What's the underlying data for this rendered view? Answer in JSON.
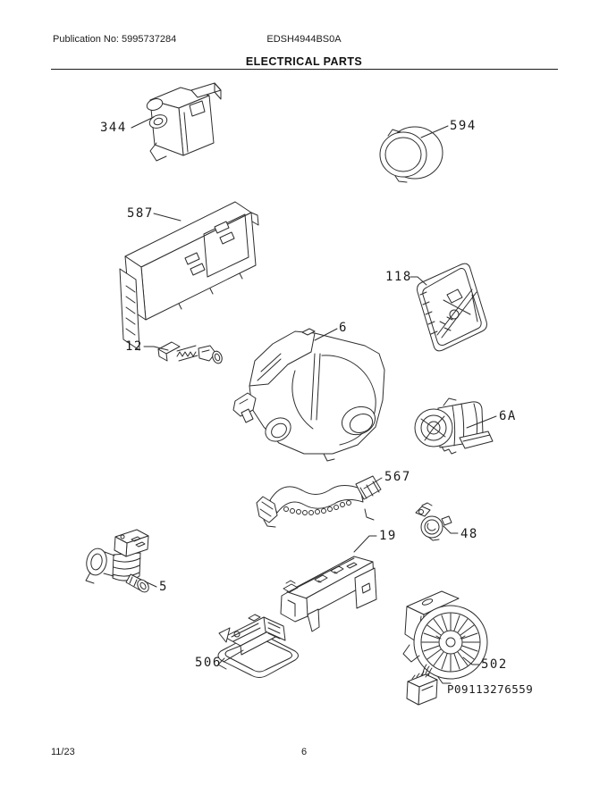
{
  "page": {
    "header": {
      "publication_no": "Publication No: 5995737284",
      "model_no": "EDSH4944BS0A",
      "section_title": "ELECTRICAL PARTS"
    },
    "footer": {
      "date": "11/23",
      "page_number": "6"
    },
    "serial_number": "P09113276559",
    "callouts": [
      {
        "id": "344",
        "label": "344",
        "part": "door-latch-switch-assembly"
      },
      {
        "id": "594",
        "label": "594",
        "part": "round-cap"
      },
      {
        "id": "587",
        "label": "587",
        "part": "control-board-assembly"
      },
      {
        "id": "118",
        "label": "118",
        "part": "dispenser-board-module"
      },
      {
        "id": "12",
        "label": "12",
        "part": "wiring-harness-connector"
      },
      {
        "id": "6",
        "label": "6",
        "part": "pump-housing-assembly"
      },
      {
        "id": "6A",
        "label": "6A",
        "part": "circulation-motor"
      },
      {
        "id": "567",
        "label": "567",
        "part": "mounting-bracket-strap"
      },
      {
        "id": "48",
        "label": "48",
        "part": "thermostat-sensor"
      },
      {
        "id": "5",
        "label": "5",
        "part": "water-inlet-valve"
      },
      {
        "id": "19",
        "label": "19",
        "part": "mounting-rail-bracket"
      },
      {
        "id": "506",
        "label": "506",
        "part": "latch-assembly"
      },
      {
        "id": "502",
        "label": "502",
        "part": "vent-fan-assembly"
      }
    ],
    "colors": {
      "ink": "#1c1c1c",
      "line_art": "#2d2d2d",
      "paper": "#ffffff"
    }
  }
}
